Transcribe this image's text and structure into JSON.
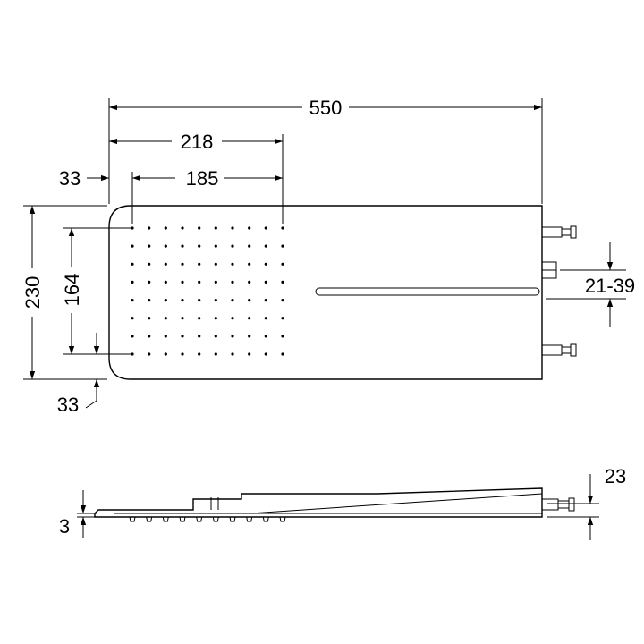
{
  "dimensions": {
    "total_length": "550",
    "spray_area_length": "218",
    "nozzle_span_length": "185",
    "left_offset": "33",
    "total_width": "230",
    "nozzle_span_width": "164",
    "bottom_offset": "33",
    "connection_range": "21-39",
    "body_height": "23",
    "plate_thickness": "3"
  },
  "nozzle_grid": {
    "columns": 10,
    "rows": 8
  },
  "colors": {
    "line": "#000000",
    "background": "#ffffff"
  }
}
